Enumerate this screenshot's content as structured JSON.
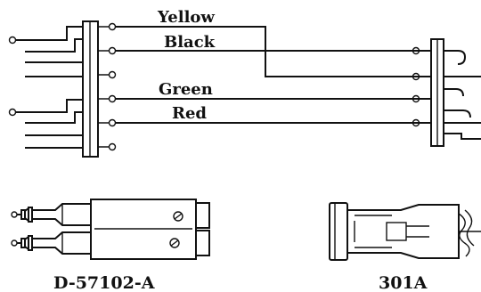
{
  "wires": {
    "yellow": "Yellow",
    "black": "Black",
    "green": "Green",
    "red": "Red"
  },
  "parts": {
    "left_plug": "D-57102-A",
    "right_plug": "301A"
  }
}
